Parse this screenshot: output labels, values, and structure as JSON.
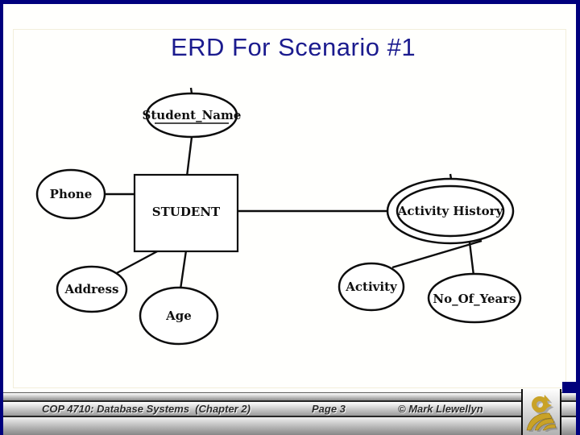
{
  "slide": {
    "title": "ERD For Scenario #1"
  },
  "diagram": {
    "entity": "STUDENT",
    "attributes": [
      {
        "label": "Student_Name",
        "kind": "key"
      },
      {
        "label": "Phone",
        "kind": "simple"
      },
      {
        "label": "Address",
        "kind": "simple"
      },
      {
        "label": "Age",
        "kind": "simple"
      },
      {
        "label": "Activity History",
        "kind": "multivalued"
      },
      {
        "label": "Activity",
        "kind": "simple"
      },
      {
        "label": "No_Of_Years",
        "kind": "simple"
      }
    ]
  },
  "footer": {
    "course": "COP 4710: Database Systems  (Chapter 2)",
    "page": "Page 3",
    "copyright": "© Mark Llewellyn"
  },
  "colors": {
    "border_navy": "#00007d",
    "title_navy": "#1b1b8e",
    "logo_gold": "#c9a227",
    "footer_gray": "#8e8e8e"
  }
}
